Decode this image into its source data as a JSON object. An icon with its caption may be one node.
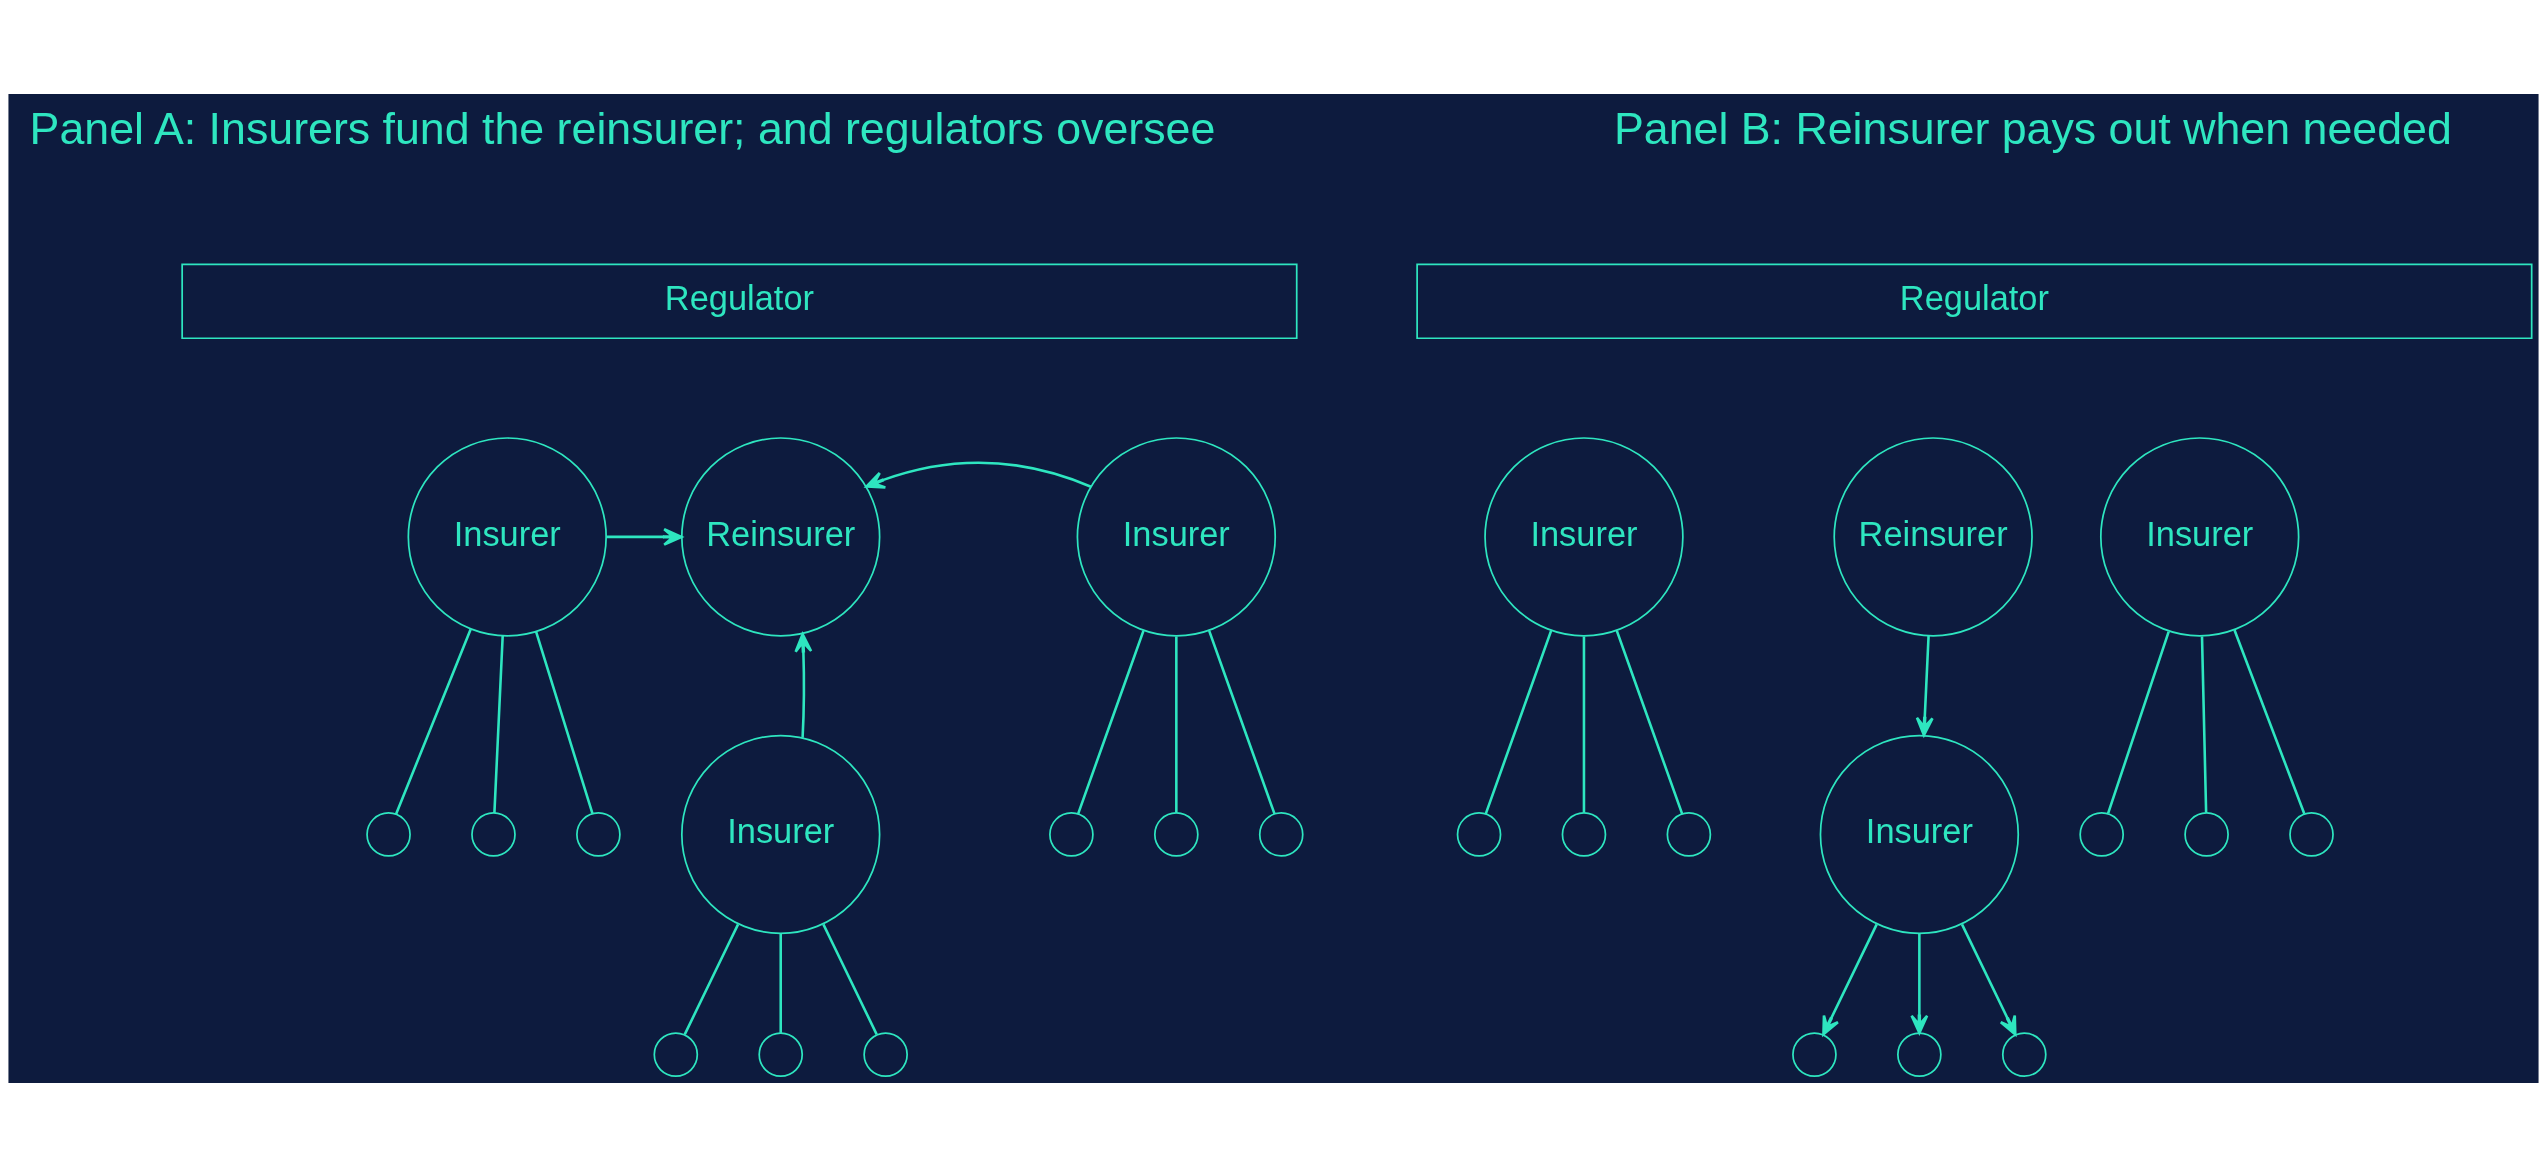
{
  "diagram": {
    "nodes": [
      {
        "text": [
          "Regulator"
        ]
      },
      {
        "text": [
          "Insurer"
        ]
      },
      {
        "text": [
          "Reinsurer"
        ]
      },
      {
        "text": [
          "Insurer"
        ]
      },
      {
        "text": [
          "Insurer"
        ]
      },
      {
        "text": [],
        "shape": "person"
      },
      {
        "text": [],
        "shape": "person"
      },
      {
        "text": [],
        "shape": "person"
      },
      {
        "text": [],
        "shape": "person"
      },
      {
        "text": [],
        "shape": "person"
      },
      {
        "text": [],
        "shape": "person"
      },
      {
        "text": [],
        "shape": "person"
      },
      {
        "text": [],
        "shape": "person"
      },
      {
        "text": [],
        "shape": "person"
      },
      {
        "text": [
          "Regulator"
        ]
      },
      {
        "text": [
          "Insurer"
        ]
      },
      {
        "text": [
          "Reinsurer"
        ]
      },
      {
        "text": [
          "Insurer"
        ]
      },
      {
        "text": [
          "Insurer"
        ]
      },
      {
        "text": [],
        "shape": "person"
      },
      {
        "text": [],
        "shape": "person"
      },
      {
        "text": [],
        "shape": "person"
      },
      {
        "text": [],
        "shape": "person"
      },
      {
        "text": [],
        "shape": "person"
      },
      {
        "text": [],
        "shape": "person"
      },
      {
        "text": [],
        "shape": "person"
      },
      {
        "text": [],
        "shape": "person"
      },
      {
        "text": [],
        "shape": "person"
      }
    ],
    "edges": [
      {
        "from": 1,
        "to": 2,
        "arrow": "to"
      },
      {
        "from": 3,
        "to": 2,
        "arrow": "to"
      },
      {
        "from": 4,
        "to": 2,
        "arrow": "to"
      },
      {
        "from": 1,
        "to": 5,
        "arrow": "none"
      },
      {
        "from": 1,
        "to": 6,
        "arrow": "none"
      },
      {
        "from": 1,
        "to": 7,
        "arrow": "none"
      },
      {
        "from": 3,
        "to": 8,
        "arrow": "none"
      },
      {
        "from": 3,
        "to": 9,
        "arrow": "none"
      },
      {
        "from": 3,
        "to": 10,
        "arrow": "none"
      },
      {
        "from": 4,
        "to": 11,
        "arrow": "none"
      },
      {
        "from": 4,
        "to": 12,
        "arrow": "none"
      },
      {
        "from": 4,
        "to": 13,
        "arrow": "none"
      },
      {
        "from": 16,
        "to": 18,
        "arrow": "to"
      },
      {
        "from": 15,
        "to": 19,
        "arrow": "none"
      },
      {
        "from": 15,
        "to": 20,
        "arrow": "none"
      },
      {
        "from": 15,
        "to": 21,
        "arrow": "none"
      },
      {
        "from": 18,
        "to": 22,
        "arrow": "to"
      },
      {
        "from": 18,
        "to": 23,
        "arrow": "to"
      },
      {
        "from": 18,
        "to": 24,
        "arrow": "to"
      },
      {
        "from": 17,
        "to": 25,
        "arrow": "none"
      },
      {
        "from": 17,
        "to": 26,
        "arrow": "none"
      },
      {
        "from": 17,
        "to": 27,
        "arrow": "none"
      }
    ],
    "labels": [
      "Panel A: Insurers fund the reinsurer; and regulators oversee",
      "Panel B: Reinsurer pays out when needed"
    ]
  }
}
